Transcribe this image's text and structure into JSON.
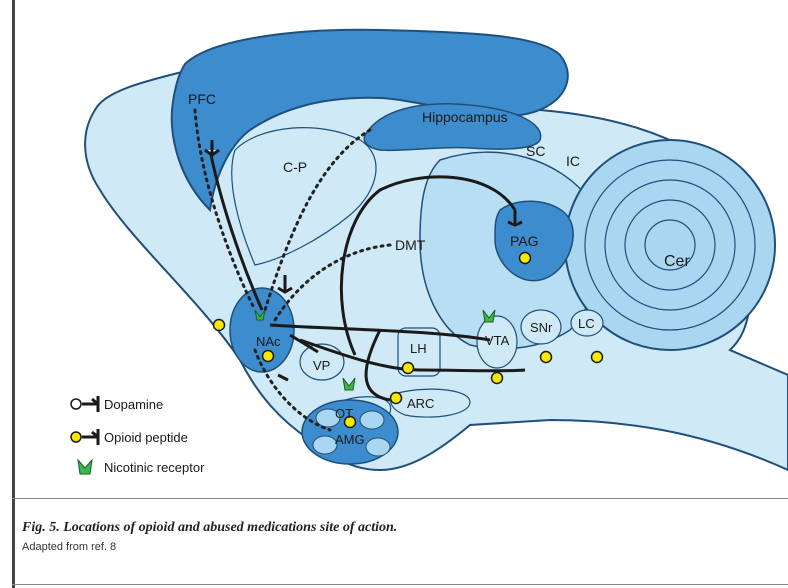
{
  "figure": {
    "caption": "Fig. 5. Locations of opioid and abused medications site of action.",
    "source_note": "Adapted from ref. 8"
  },
  "regions": {
    "pfc": "PFC",
    "hippocampus": "Hippocampus",
    "cp": "C-P",
    "sc": "SC",
    "ic": "IC",
    "dmt": "DMT",
    "pag": "PAG",
    "cer": "Cer",
    "nac": "NAc",
    "vp": "VP",
    "lh": "LH",
    "vta": "VTA",
    "snr": "SNr",
    "lc": "LC",
    "ot": "OT",
    "arc": "ARC",
    "amg": "AMG"
  },
  "legend": {
    "dopamine": "Dopamine",
    "opioid": "Opioid peptide",
    "nicotinic": "Nicotinic receptor"
  },
  "colors": {
    "light_blue": "#cfe9f7",
    "mid_blue": "#a9d6f0",
    "dark_blue": "#3d8ccd",
    "outline": "#1f4f7a",
    "yellow": "#f7e800",
    "green": "#3cb84a"
  }
}
